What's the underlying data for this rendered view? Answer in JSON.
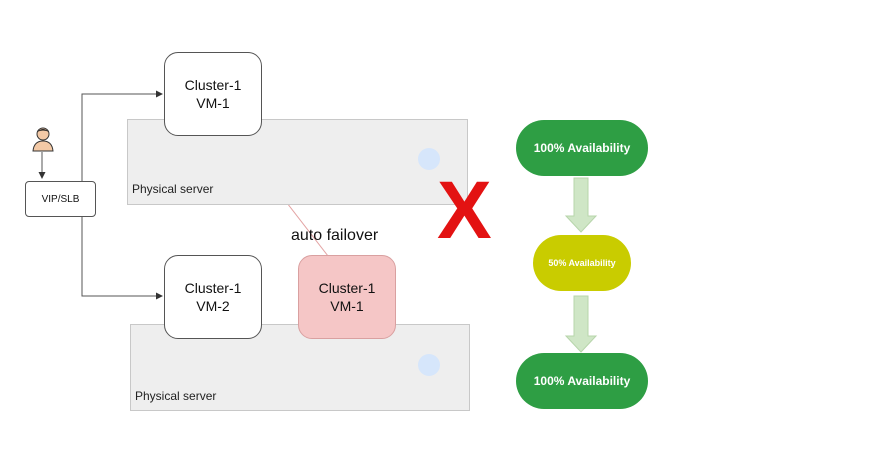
{
  "diagram": {
    "vip_label": "VIP/SLB",
    "servers": [
      {
        "label": "Physical server"
      },
      {
        "label": "Physical server"
      }
    ],
    "vms": [
      {
        "line1": "Cluster-1",
        "line2": "VM-1"
      },
      {
        "line1": "Cluster-1",
        "line2": "VM-2"
      },
      {
        "line1": "Cluster-1",
        "line2": "VM-1"
      }
    ],
    "failover_label": "auto failover",
    "failure_mark": "X",
    "availability": [
      {
        "label": "100% Availability"
      },
      {
        "label": "50% Availability"
      },
      {
        "label": "100% Availability"
      }
    ],
    "colors": {
      "full_availability": "#2e9e44",
      "partial_availability": "#c9cc00",
      "failure": "#e31212",
      "failover_vm": "#f5c6c6",
      "arrow": "#cfe6c6"
    }
  }
}
